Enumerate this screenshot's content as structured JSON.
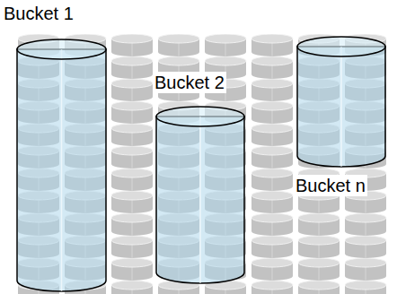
{
  "diagram": {
    "nodes": [
      {
        "text": [
          "Bucket 1"
        ]
      },
      {
        "text": [
          "Bucket 2"
        ]
      },
      {
        "text": [
          "Bucket n"
        ]
      }
    ]
  }
}
